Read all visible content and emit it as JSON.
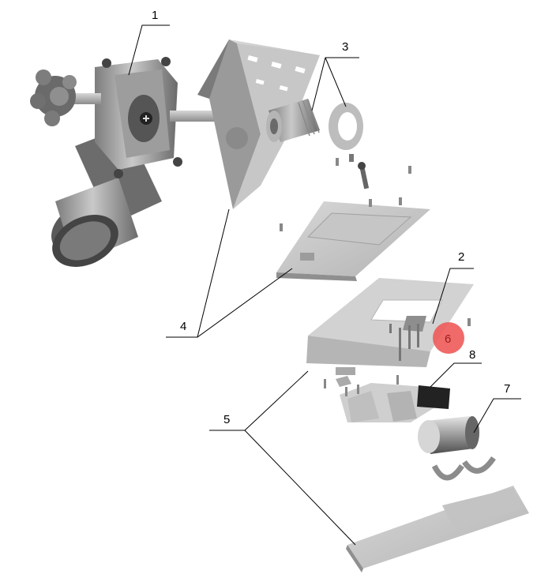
{
  "callouts": {
    "label_1": "1",
    "label_2": "2",
    "label_3": "3",
    "label_4": "4",
    "label_5": "5",
    "label_6": "6",
    "label_7": "7",
    "label_8": "8"
  },
  "colors": {
    "background": "#ffffff",
    "line": "#000000",
    "part_light": "#cfcfcf",
    "part_mid": "#a6a6a6",
    "part_dark": "#6e6e6e",
    "part_darker": "#4a4a4a",
    "highlight_marker": "#ee5a5a",
    "highlight_text": "#9a1f1f"
  }
}
